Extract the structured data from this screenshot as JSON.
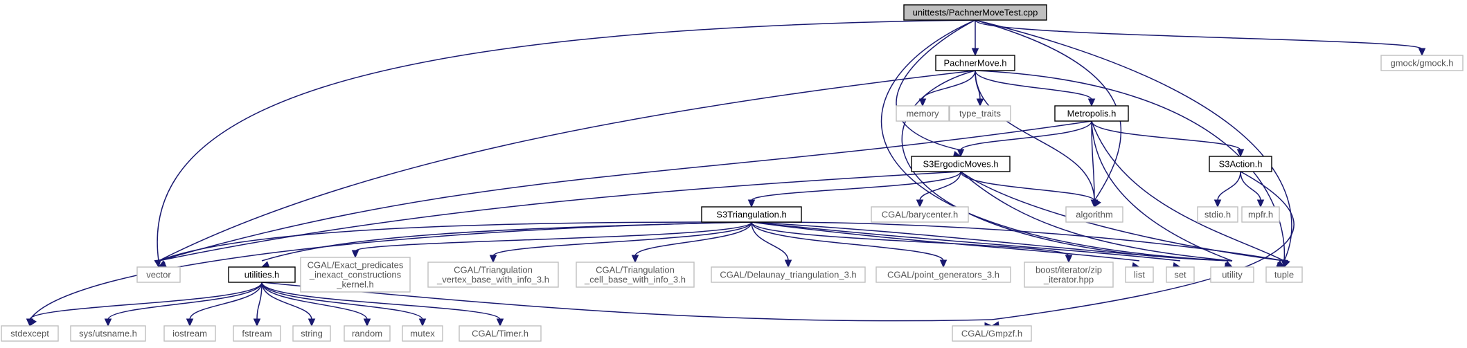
{
  "diagram": {
    "type": "include-dependency-graph",
    "colors": {
      "edge": "#191970",
      "root_fill": "#bfbfbf",
      "documented_border": "#000000",
      "external_border": "#bfbfbf"
    },
    "nodes": [
      {
        "id": "root",
        "label": "unittests/PachnerMoveTest.cpp",
        "kind": "root"
      },
      {
        "id": "pachner",
        "label": "PachnerMove.h",
        "kind": "documented"
      },
      {
        "id": "gmock",
        "label": "gmock/gmock.h",
        "kind": "external"
      },
      {
        "id": "memory",
        "label": "memory",
        "kind": "external"
      },
      {
        "id": "type_traits",
        "label": "type_traits",
        "kind": "external"
      },
      {
        "id": "metropolis",
        "label": "Metropolis.h",
        "kind": "documented"
      },
      {
        "id": "s3ergodic",
        "label": "S3ErgodicMoves.h",
        "kind": "documented"
      },
      {
        "id": "s3action",
        "label": "S3Action.h",
        "kind": "documented"
      },
      {
        "id": "barycenter",
        "label": "CGAL/barycenter.h",
        "kind": "external"
      },
      {
        "id": "algorithm",
        "label": "algorithm",
        "kind": "external"
      },
      {
        "id": "stdio",
        "label": "stdio.h",
        "kind": "external"
      },
      {
        "id": "mpfr",
        "label": "mpfr.h",
        "kind": "external"
      },
      {
        "id": "s3tri",
        "label": "S3Triangulation.h",
        "kind": "documented"
      },
      {
        "id": "vector",
        "label": "vector",
        "kind": "external"
      },
      {
        "id": "utilities",
        "label": "utilities.h",
        "kind": "documented"
      },
      {
        "id": "exact_pred",
        "label": [
          "CGAL/Exact_predicates",
          "_inexact_constructions",
          "_kernel.h"
        ],
        "kind": "external"
      },
      {
        "id": "tri_vertex",
        "label": [
          "CGAL/Triangulation",
          "_vertex_base_with_info_3.h"
        ],
        "kind": "external"
      },
      {
        "id": "tri_cell",
        "label": [
          "CGAL/Triangulation",
          "_cell_base_with_info_3.h"
        ],
        "kind": "external"
      },
      {
        "id": "delaunay",
        "label": "CGAL/Delaunay_triangulation_3.h",
        "kind": "external"
      },
      {
        "id": "pointgen",
        "label": "CGAL/point_generators_3.h",
        "kind": "external"
      },
      {
        "id": "zip",
        "label": [
          "boost/iterator/zip",
          "_iterator.hpp"
        ],
        "kind": "external"
      },
      {
        "id": "list",
        "label": "list",
        "kind": "external"
      },
      {
        "id": "set",
        "label": "set",
        "kind": "external"
      },
      {
        "id": "utility",
        "label": "utility",
        "kind": "external"
      },
      {
        "id": "tuple",
        "label": "tuple",
        "kind": "external"
      },
      {
        "id": "stdexcept",
        "label": "stdexcept",
        "kind": "external"
      },
      {
        "id": "utsname",
        "label": "sys/utsname.h",
        "kind": "external"
      },
      {
        "id": "iostream",
        "label": "iostream",
        "kind": "external"
      },
      {
        "id": "fstream",
        "label": "fstream",
        "kind": "external"
      },
      {
        "id": "string",
        "label": "string",
        "kind": "external"
      },
      {
        "id": "random",
        "label": "random",
        "kind": "external"
      },
      {
        "id": "mutex",
        "label": "mutex",
        "kind": "external"
      },
      {
        "id": "timer",
        "label": "CGAL/Timer.h",
        "kind": "external"
      },
      {
        "id": "gmpzf",
        "label": "CGAL/Gmpzf.h",
        "kind": "external"
      }
    ],
    "edges": [
      [
        "root",
        "pachner"
      ],
      [
        "root",
        "gmock"
      ],
      [
        "root",
        "vector"
      ],
      [
        "root",
        "s3ergodic"
      ],
      [
        "root",
        "algorithm"
      ],
      [
        "root",
        "utility"
      ],
      [
        "root",
        "tuple"
      ],
      [
        "pachner",
        "memory"
      ],
      [
        "pachner",
        "type_traits"
      ],
      [
        "pachner",
        "metropolis"
      ],
      [
        "pachner",
        "vector"
      ],
      [
        "pachner",
        "algorithm"
      ],
      [
        "pachner",
        "utility"
      ],
      [
        "pachner",
        "tuple"
      ],
      [
        "metropolis",
        "s3ergodic"
      ],
      [
        "metropolis",
        "s3action"
      ],
      [
        "metropolis",
        "algorithm"
      ],
      [
        "metropolis",
        "vector"
      ],
      [
        "metropolis",
        "utility"
      ],
      [
        "metropolis",
        "tuple"
      ],
      [
        "s3ergodic",
        "s3tri"
      ],
      [
        "s3ergodic",
        "barycenter"
      ],
      [
        "s3ergodic",
        "algorithm"
      ],
      [
        "s3ergodic",
        "vector"
      ],
      [
        "s3ergodic",
        "utility"
      ],
      [
        "s3ergodic",
        "tuple"
      ],
      [
        "s3action",
        "stdio"
      ],
      [
        "s3action",
        "mpfr"
      ],
      [
        "s3action",
        "gmpzf"
      ],
      [
        "s3tri",
        "vector"
      ],
      [
        "s3tri",
        "utilities"
      ],
      [
        "s3tri",
        "exact_pred"
      ],
      [
        "s3tri",
        "tri_vertex"
      ],
      [
        "s3tri",
        "tri_cell"
      ],
      [
        "s3tri",
        "delaunay"
      ],
      [
        "s3tri",
        "pointgen"
      ],
      [
        "s3tri",
        "zip"
      ],
      [
        "s3tri",
        "list"
      ],
      [
        "s3tri",
        "set"
      ],
      [
        "s3tri",
        "utility"
      ],
      [
        "s3tri",
        "tuple"
      ],
      [
        "s3tri",
        "stdexcept"
      ],
      [
        "utilities",
        "stdexcept"
      ],
      [
        "utilities",
        "utsname"
      ],
      [
        "utilities",
        "iostream"
      ],
      [
        "utilities",
        "fstream"
      ],
      [
        "utilities",
        "string"
      ],
      [
        "utilities",
        "random"
      ],
      [
        "utilities",
        "mutex"
      ],
      [
        "utilities",
        "timer"
      ],
      [
        "utilities",
        "gmpzf"
      ]
    ]
  }
}
